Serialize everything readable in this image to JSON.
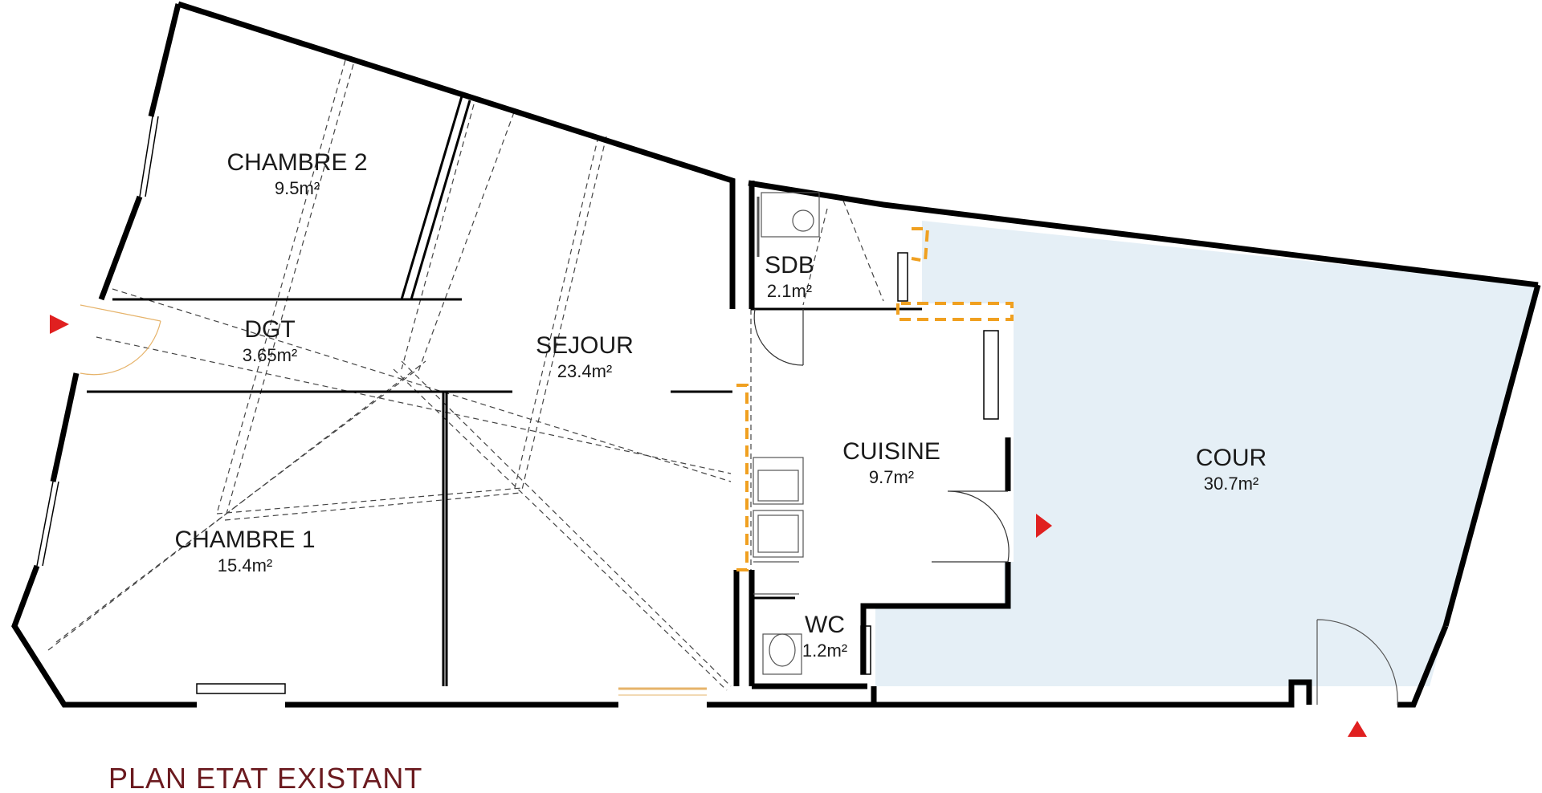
{
  "title": "PLAN ETAT EXISTANT",
  "rooms": [
    {
      "id": "chambre2",
      "name": "CHAMBRE 2",
      "area": "9.5m²"
    },
    {
      "id": "dgt",
      "name": "DGT",
      "area": "3.65m²"
    },
    {
      "id": "sejour",
      "name": "SEJOUR",
      "area": "23.4m²"
    },
    {
      "id": "sdb",
      "name": "SDB",
      "area": "2.1m²"
    },
    {
      "id": "cuisine",
      "name": "CUISINE",
      "area": "9.7m²"
    },
    {
      "id": "cour",
      "name": "COUR",
      "area": "30.7m²"
    },
    {
      "id": "chambre1",
      "name": "CHAMBRE 1",
      "area": "15.4m²"
    },
    {
      "id": "wc",
      "name": "WC",
      "area": "1.2m²"
    }
  ],
  "colors": {
    "wall": "#000000",
    "demolition": "#f0a020",
    "entrance_marker": "#e02020",
    "courtyard_fill": "#dce9f3",
    "title": "#6b1a1f",
    "door_leaf": "#e6b36a"
  },
  "icons": {
    "entrance": "red-triangle-entrance-icon",
    "washbasin": "washbasin-icon",
    "toilet": "toilet-icon",
    "sink": "kitchen-sink-icon"
  }
}
